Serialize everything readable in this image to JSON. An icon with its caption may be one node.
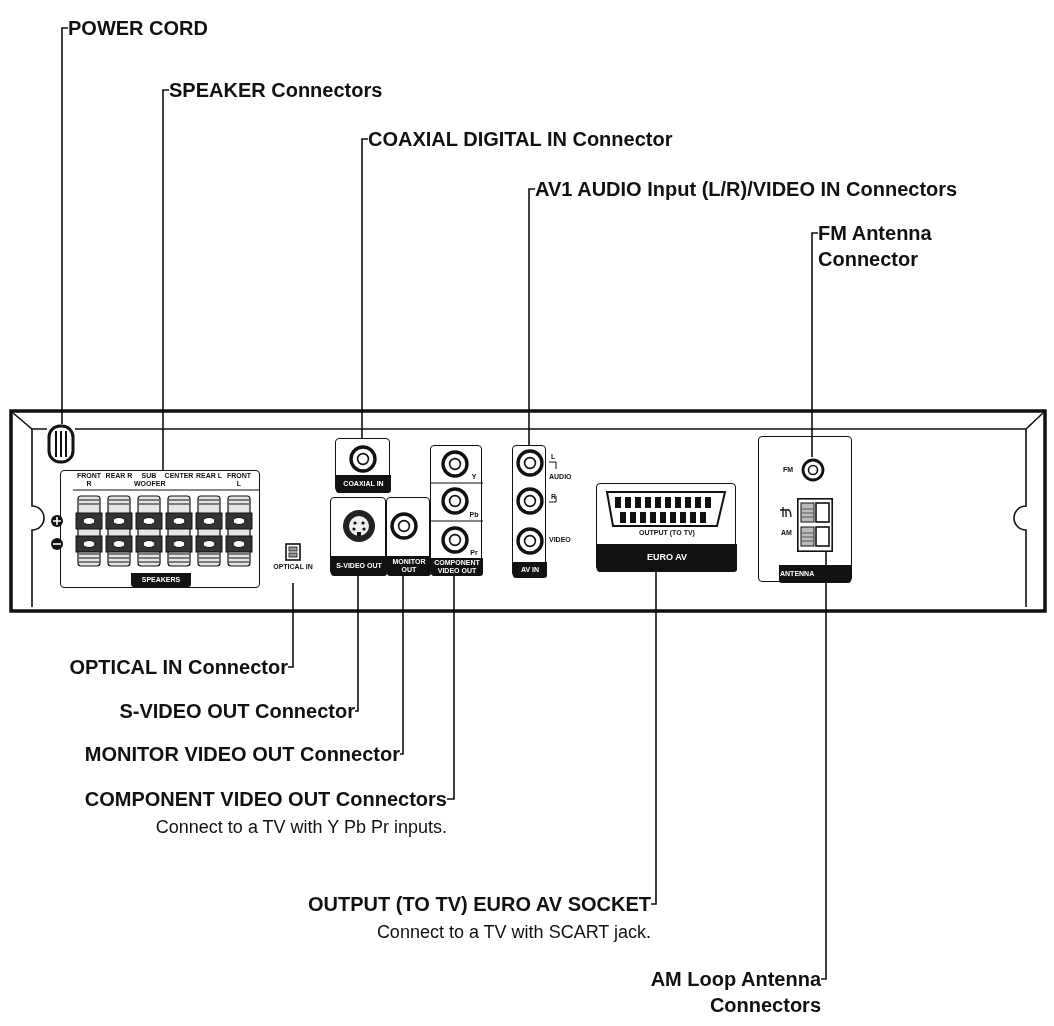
{
  "diagram": {
    "nodes": [
      {
        "text": [
          "POWER CORD"
        ]
      },
      {
        "text": [
          "SPEAKER Connectors"
        ]
      },
      {
        "text": [
          "COAXIAL DIGITAL IN Connector"
        ]
      },
      {
        "text": [
          "AV1 AUDIO Input (L/R)/VIDEO IN Connectors"
        ]
      },
      {
        "text": [
          "FM Antenna Connector"
        ]
      },
      {
        "text": [
          "OPTICAL IN Connector"
        ]
      },
      {
        "text": [
          "S-VIDEO OUT Connector"
        ]
      },
      {
        "text": [
          "MONITOR VIDEO OUT Connector"
        ]
      },
      {
        "text": [
          "COMPONENT VIDEO OUT Connectors",
          "Connect to a TV with Y Pb Pr inputs."
        ]
      },
      {
        "text": [
          "OUTPUT (TO TV) EURO AV SOCKET",
          "Connect to a TV with SCART jack."
        ]
      },
      {
        "text": [
          "AM Loop Antenna Connectors"
        ]
      },
      {
        "text": [],
        "shape": "picture"
      },
      {
        "text": [
          "FRONT R",
          "REAR R",
          "SUB WOOFER",
          "CENTER",
          "REAR L",
          "FRONT L",
          "SPEAKERS"
        ]
      },
      {
        "text": [
          "COAXIAL IN"
        ]
      },
      {
        "text": [
          "AV IN"
        ],
        "beside": [
          "L",
          "AUDIO",
          "R",
          "VIDEO"
        ]
      },
      {
        "text": [
          "ANTENNA"
        ]
      },
      {
        "text": [],
        "shape": "circle",
        "in": 15,
        "beside": [
          "FM"
        ]
      },
      {
        "text": [],
        "shape": "box",
        "in": 15,
        "beside": [
          "AM"
        ]
      },
      {
        "text": [
          "OPTICAL IN"
        ]
      },
      {
        "text": [
          "S-VIDEO OUT"
        ]
      },
      {
        "text": [
          "MONITOR OUT"
        ]
      },
      {
        "text": [
          "Y",
          "Pb",
          "Pr",
          "COMPONENT VIDEO OUT"
        ]
      },
      {
        "text": [
          "OUTPUT (TO TV)",
          "EURO AV"
        ]
      }
    ],
    "edges": [
      {
        "from": 0,
        "to": 11,
        "arrow": "none"
      },
      {
        "from": 1,
        "to": 12,
        "arrow": "none"
      },
      {
        "from": 2,
        "to": 13,
        "arrow": "none"
      },
      {
        "from": 3,
        "to": 14,
        "arrow": "none"
      },
      {
        "from": 4,
        "to": 16,
        "arrow": "none"
      },
      {
        "from": 5,
        "to": 18,
        "arrow": "none"
      },
      {
        "from": 6,
        "to": 19,
        "arrow": "none"
      },
      {
        "from": 7,
        "to": 20,
        "arrow": "none"
      },
      {
        "from": 8,
        "to": 21,
        "arrow": "none"
      },
      {
        "from": 9,
        "to": 22,
        "arrow": "none"
      },
      {
        "from": 10,
        "to": 17,
        "arrow": "none"
      }
    ]
  }
}
